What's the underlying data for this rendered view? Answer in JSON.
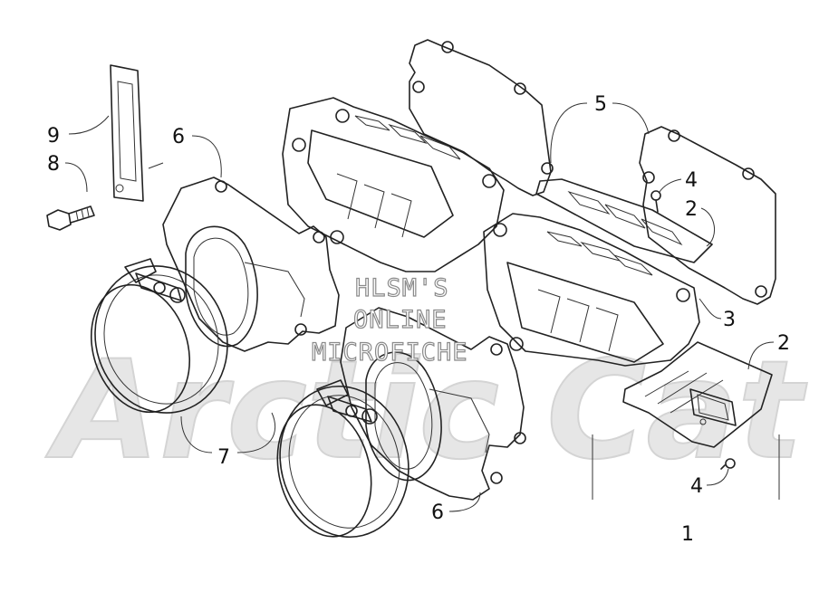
{
  "watermark": {
    "brand": "Arctic Cat",
    "line1": "HLSM'S",
    "line2": "ONLINE",
    "line3": "MICROFICHE"
  },
  "callouts": {
    "c1": "1",
    "c2a": "2",
    "c2b": "2",
    "c3": "3",
    "c4a": "4",
    "c4b": "4",
    "c5": "5",
    "c6a": "6",
    "c6b": "6",
    "c7": "7",
    "c8": "8",
    "c9": "9"
  },
  "colors": {
    "line": "#222222",
    "watermark": "#e6e6e6"
  }
}
